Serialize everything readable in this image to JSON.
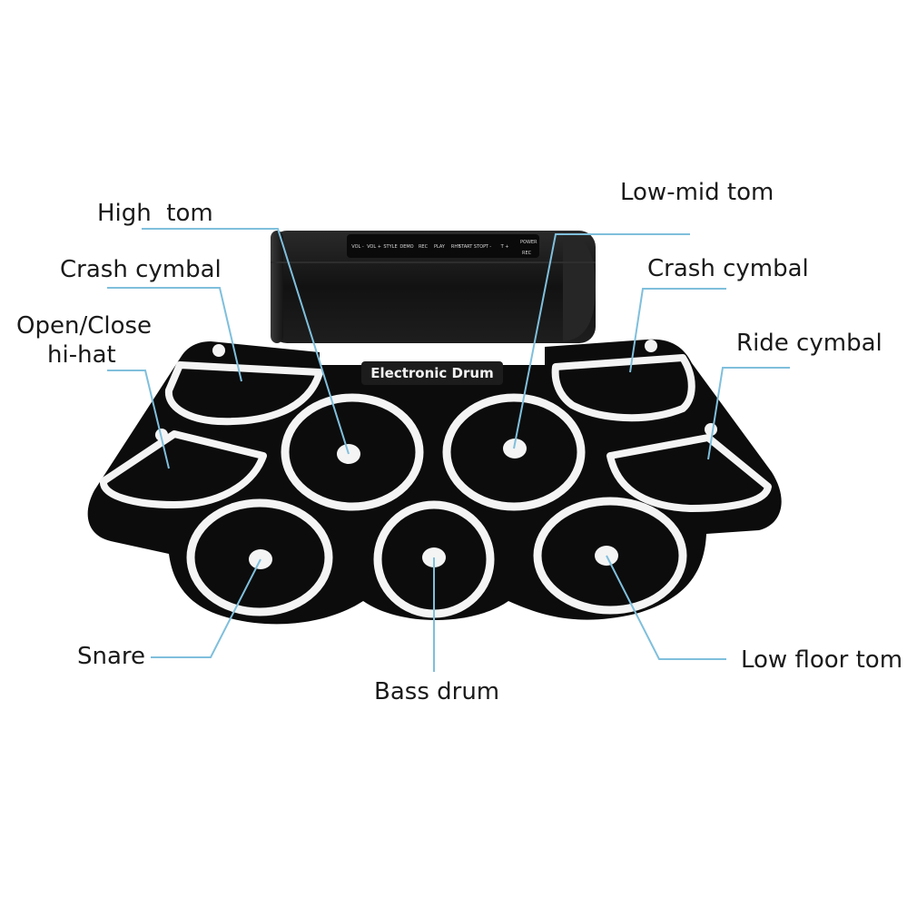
{
  "product": {
    "brand_label": "Electronic Drum",
    "control_buttons": [
      "VOL -",
      "VOL +",
      "STYLE",
      "DEMO",
      "REC",
      "PLAY",
      "RHY",
      "START STOP",
      "T -",
      "T +"
    ],
    "power_labels": [
      "POWER",
      "REC"
    ]
  },
  "callouts": {
    "high_tom": "High  tom",
    "crash_cymbal_left": "Crash cymbal",
    "open_close_hihat_line1": "Open/Close",
    "open_close_hihat_line2": "hi-hat",
    "low_mid_tom": "Low-mid tom",
    "crash_cymbal_right": "Crash cymbal",
    "ride_cymbal": "Ride cymbal",
    "snare": "Snare",
    "bass_drum": "Bass drum",
    "low_floor_tom": "Low floor tom"
  },
  "colors": {
    "pad_body": "#0d0d0d",
    "pad_ring": "#f4f4f4",
    "leader_line": "#7fbfdc",
    "speaker_box": "#1b1b1b"
  }
}
